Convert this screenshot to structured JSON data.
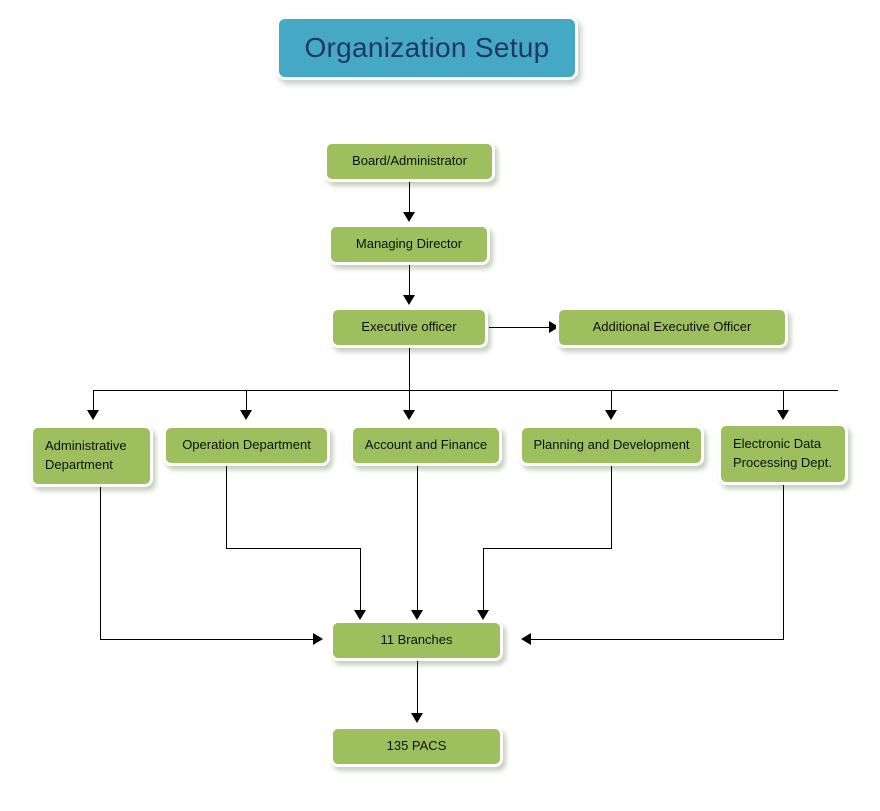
{
  "diagram": {
    "title": "Organization Setup",
    "title_bg": "#45a8c4",
    "title_color": "#1f3864",
    "node_fill": "#9dbf5e",
    "node_text_color": "#101010",
    "connector_color": "#000000",
    "nodes": {
      "board": "Board/Administrator",
      "managing_director": "Managing Director",
      "executive_officer": "Executive officer",
      "additional_executive_officer": "Additional Executive Officer",
      "administrative_department_line1": "Administrative",
      "administrative_department_line2": "Department",
      "operation_department": "Operation Department",
      "account_and_finance": "Account and Finance",
      "planning_and_development": "Planning and Development",
      "edp_line1": "Electronic Data",
      "edp_line2": "Processing Dept.",
      "branches": "11 Branches",
      "pacs": "135 PACS"
    }
  }
}
